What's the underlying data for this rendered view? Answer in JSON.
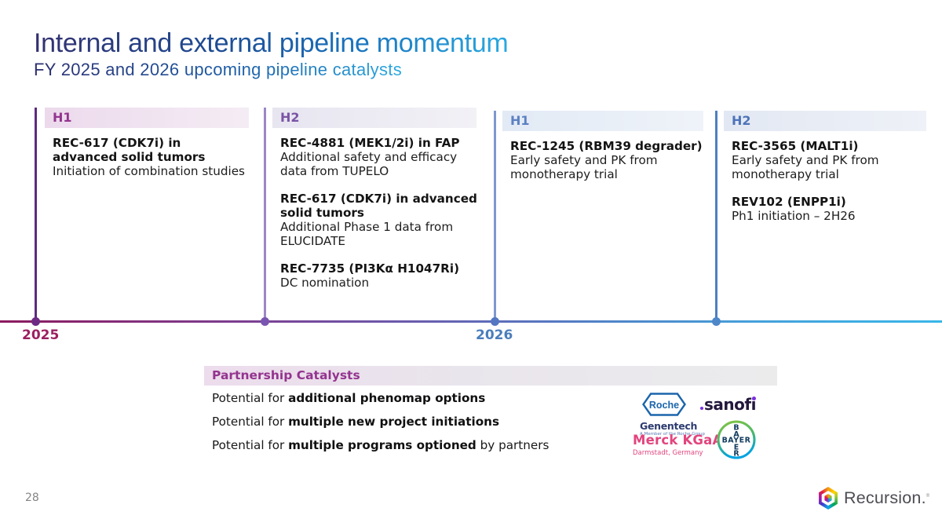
{
  "header": {
    "title": "Internal and external pipeline momentum",
    "subtitle": "FY 2025 and 2026 upcoming pipeline catalysts"
  },
  "columns": [
    {
      "half": "H1",
      "year": "2025",
      "items": [
        {
          "title": "REC-617 (CDK7i) in\nadvanced solid tumors",
          "detail": "Initiation of combination studies"
        }
      ]
    },
    {
      "half": "H2",
      "year": "2025",
      "items": [
        {
          "title": "REC-4881 (MEK1/2i) in FAP",
          "detail": "Additional safety and efficacy\ndata from TUPELO"
        },
        {
          "title": "REC-617 (CDK7i) in advanced\nsolid tumors",
          "detail": "Additional Phase 1 data from\nELUCIDATE"
        },
        {
          "title": "REC-7735 (PI3Kα H1047Ri)",
          "detail": "DC nomination"
        }
      ]
    },
    {
      "half": "H1",
      "year": "2026",
      "items": [
        {
          "title": "REC-1245 (RBM39 degrader)",
          "detail": "Early safety and PK from\nmonotherapy trial"
        }
      ]
    },
    {
      "half": "H2",
      "year": "2026",
      "items": [
        {
          "title": "REC-3565 (MALT1i)",
          "detail": "Early safety and PK from\nmonotherapy trial"
        },
        {
          "title": "REV102 (ENPP1i)",
          "detail": "Ph1 initiation – 2H26"
        }
      ]
    }
  ],
  "timeline": {
    "start_year": "2025",
    "end_year": "2026"
  },
  "partnership": {
    "header": "Partnership Catalysts",
    "lines": [
      {
        "prefix": "Potential for ",
        "bold": "additional phenomap options",
        "suffix": ""
      },
      {
        "prefix": "Potential for ",
        "bold": "multiple new project initiations",
        "suffix": ""
      },
      {
        "prefix": "Potential for ",
        "bold": "multiple programs optioned",
        "suffix": " by partners"
      }
    ]
  },
  "logos": {
    "roche": {
      "wordmark": "Roche",
      "company": "Genentech",
      "tagline": "A Member of the Roche Group"
    },
    "sanofi": {
      "wordmark": "sanofi"
    },
    "merck": {
      "wordmark": "Merck KGaA",
      "location": "Darmstadt, Germany"
    },
    "bayer": {
      "label": "BAYER"
    },
    "recursion": {
      "wordmark": "Recursion.",
      "registered": "®"
    }
  },
  "footer": {
    "page_number": "28"
  },
  "colors": {
    "accent_purple": "#93348f",
    "accent_blue": "#4a7ebb",
    "timeline_start": "#8c1a5e",
    "timeline_end": "#38b6e8",
    "year_2025": "#9c1f60",
    "year_2026": "#4a7ebb"
  }
}
